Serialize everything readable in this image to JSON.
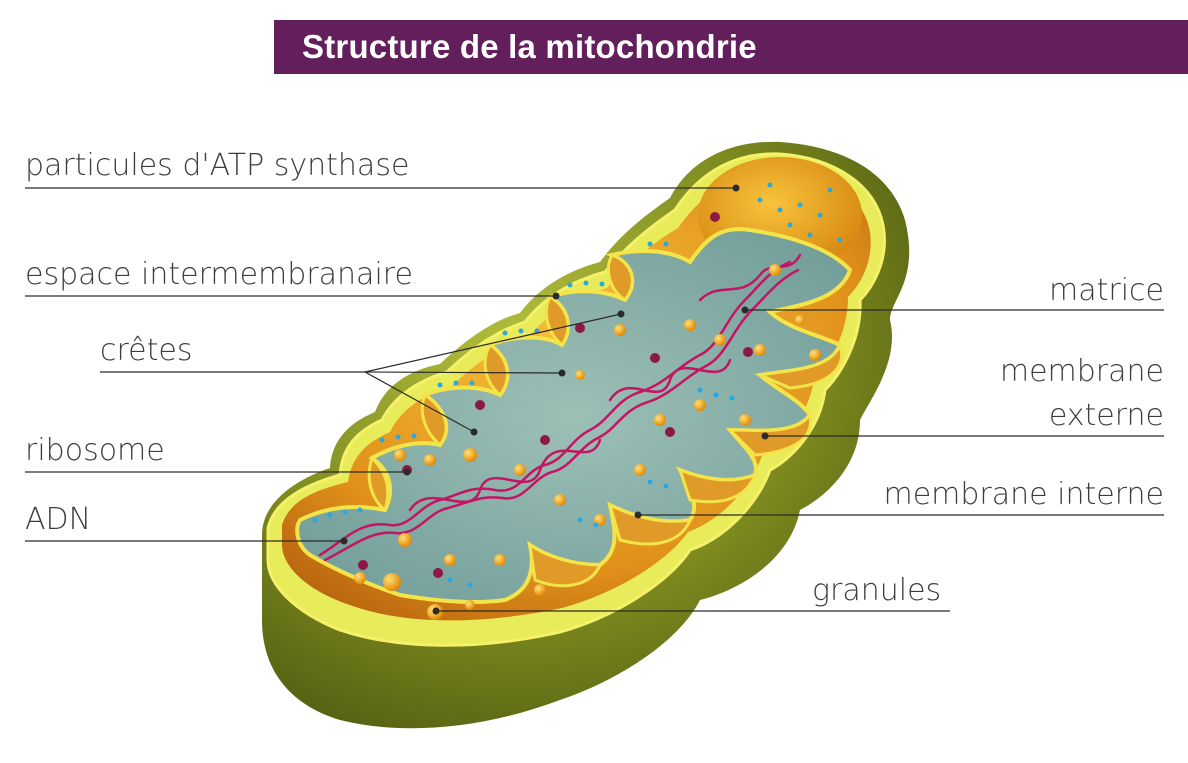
{
  "title": "Structure de la mitochondrie",
  "colors": {
    "title_bar": "#621f5c",
    "outer_membrane": "#7a8a1c",
    "inner_membrane": "#f0e130",
    "intermembrane_space": "#c47a1a",
    "matrix": "#7ea9a5",
    "dna": "#c41464",
    "granules": "#f5a10a",
    "ribosomes": "#8c1846",
    "leader_lines": "#2b2b2b"
  },
  "labels": {
    "atp": "particules d'ATP synthase",
    "intermembrane": "espace intermembranaire",
    "cristae": "crêtes",
    "ribosome": "ribosome",
    "dna": "ADN",
    "matrix": "matrice",
    "outer_line1": "membrane",
    "outer_line2": "externe",
    "inner": "membrane interne",
    "granules": "granules"
  }
}
